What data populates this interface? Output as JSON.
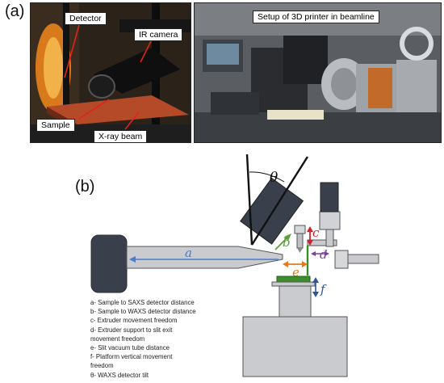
{
  "panels": {
    "a_label": "(a)",
    "b_label": "(b)"
  },
  "photo_left": {
    "callouts": {
      "detector": "Detector",
      "ir_camera": "IR camera",
      "sample": "Sample",
      "xray_beam": "X-ray beam"
    }
  },
  "photo_right": {
    "caption": "Setup of 3D printer in beamline"
  },
  "diagram": {
    "symbols": {
      "theta": "θ",
      "a": "a",
      "b": "b",
      "c": "c",
      "d": "d",
      "e": "e",
      "f": "f"
    },
    "colors": {
      "a": "#4a7cc9",
      "b": "#5a9e3a",
      "c": "#d2232a",
      "d": "#7b3fa0",
      "e": "#e07a20",
      "f": "#2f5597"
    }
  },
  "legend": [
    "a- Sample to SAXS detector distance",
    "b- Sample to WAXS detector distance",
    "c- Extruder movement freedom",
    "d- Extruder support to slit exit",
    "movement freedom",
    "e- Slit vacuum tube distance",
    "f- Platform vertical movement",
    "freedom",
    "θ- WAXS detector tilt"
  ]
}
